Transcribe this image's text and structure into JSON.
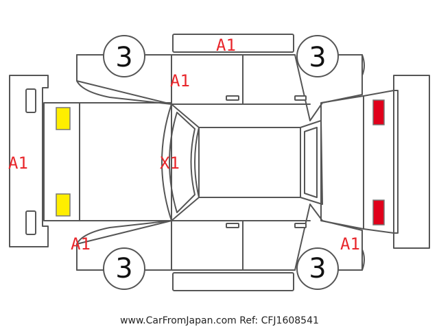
{
  "condition_marks": {
    "roof": "A1",
    "pillar_left_top": "A1",
    "front_bumper": "A1",
    "windshield": "X1",
    "front_left_lower": "A1",
    "rear_right_lower": "A1"
  },
  "wheels": {
    "front_left_top": "3",
    "rear_left_top": "3",
    "front_left_bottom": "3",
    "rear_left_bottom": "3"
  },
  "lamp_colors": {
    "front": "#ffee00",
    "rear": "#e0001b"
  },
  "mark_color": "#e8262b",
  "footer": {
    "text": "www.CarFromJapan.com Ref: CFJ1608541"
  }
}
